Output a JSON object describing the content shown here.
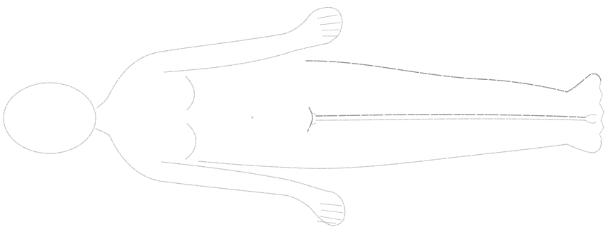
{
  "figure": {
    "subject": "body-outline",
    "orientation": "horizontal",
    "view": "front",
    "line_color": "#9a9a9a",
    "accent_line_color": "#7a7a7a",
    "background": "#ffffff"
  }
}
